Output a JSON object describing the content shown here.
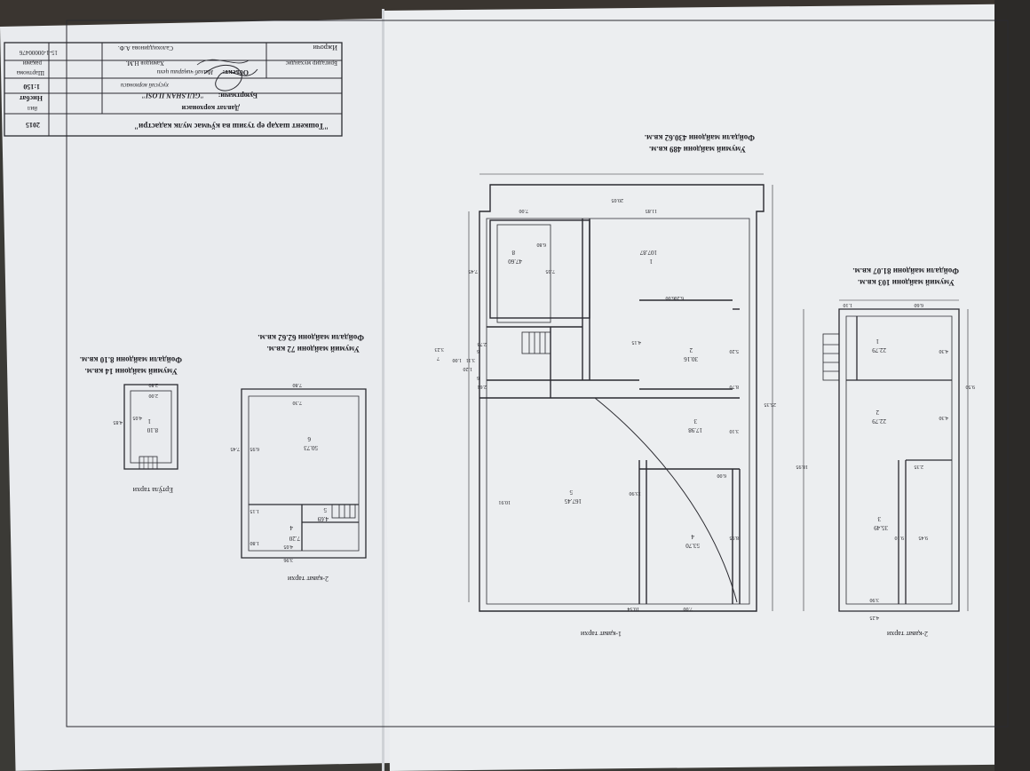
{
  "title_block": {
    "organization": "\"Тошкент шаҳар ер тузиш ва кўчмас мулк кадастри\"",
    "department": "Давлат корхонаси",
    "year": "2015",
    "year_label": "йил",
    "client_label": "Буюртмачи:",
    "client_value": "\"GULSHAN ILOSI\"",
    "client_subtitle": "хусусий корхонаси",
    "scale_label": "Нисбат",
    "scale_value": "1:150",
    "object_label": "Объект:",
    "object_value": "Ишлаб чиқариш цехи",
    "contract_label": "Шартнома",
    "contract_label2": "рақами",
    "contract_number": "15-1-00000476",
    "role_executor": "Ижрочи",
    "role_brigadier": "Бригадир мухандис",
    "name_executor": "Салохиддинова А.Ф.",
    "name_brigadier": "Хамидов Н.М."
  },
  "plan_floor1": {
    "caption": "1-қават тархи",
    "total_area": "Умумий майдони 489 кв.м.",
    "useful_area": "Фойдали майдони 430.62 кв.м.",
    "rooms": [
      {
        "num": "1",
        "area": "107.87"
      },
      {
        "num": "2",
        "area": "30.16"
      },
      {
        "num": "3",
        "area": "17.98"
      },
      {
        "num": "4",
        "area": "53.70"
      },
      {
        "num": "5",
        "area": "167.45"
      },
      {
        "num": "6",
        "area": "2.61"
      },
      {
        "num": "6",
        "area": "2.73"
      },
      {
        "num": "7",
        "area": "3.23"
      },
      {
        "num": "8",
        "area": "47.60"
      }
    ],
    "dims": [
      "20.05",
      "11.85",
      "7.00",
      "6.00",
      "6.20",
      "7.05",
      "6.80",
      "7.45",
      "3.11",
      "4.15",
      "5.20",
      "8.70",
      "3.10",
      "6.00",
      "13.90",
      "8.95",
      "10.54",
      "7.00",
      "10.91",
      "25.35",
      "1.20",
      "1.00"
    ]
  },
  "plan_floor2_right": {
    "caption": "2-қават тархи",
    "total_area": "Умумий майдони 103 кв.м.",
    "useful_area": "Фойдали майдони 81.07 кв.м.",
    "rooms": [
      {
        "num": "1",
        "area": "22.79"
      },
      {
        "num": "2",
        "area": "22.79"
      },
      {
        "num": "3",
        "area": "35.49"
      }
    ],
    "dims": [
      "6.60",
      "1.10",
      "4.30",
      "4.30",
      "9.50",
      "2.35",
      "9.10",
      "9.45",
      "18.95",
      "3.90",
      "4.25"
    ]
  },
  "plan_floor2_left": {
    "caption": "2-қават тархи",
    "total_area": "Умумий майдони 72 кв.м.",
    "useful_area": "Фойдали майдони 62.62 кв.м.",
    "rooms": [
      {
        "num": "6",
        "area": "50.73"
      },
      {
        "num": "5",
        "area": "4.69"
      },
      {
        "num": "4",
        "area": "7.20"
      }
    ],
    "dims": [
      "7.80",
      "7.30",
      "6.95",
      "7.45",
      "1.15",
      "4.05",
      "1.80",
      "3.96"
    ]
  },
  "plan_basement": {
    "caption": "Ертўла тархи",
    "total_area": "Умумий майдони 14 кв.м.",
    "useful_area": "Фойдали майдони 8.10 кв.м.",
    "rooms": [
      {
        "num": "1",
        "area": "8.10"
      }
    ],
    "dims": [
      "2.80",
      "2.00",
      "4.05",
      "4.85"
    ]
  },
  "colors": {
    "paper": "#eceef0",
    "ink": "#1d1d22",
    "background": "#3a3530"
  }
}
